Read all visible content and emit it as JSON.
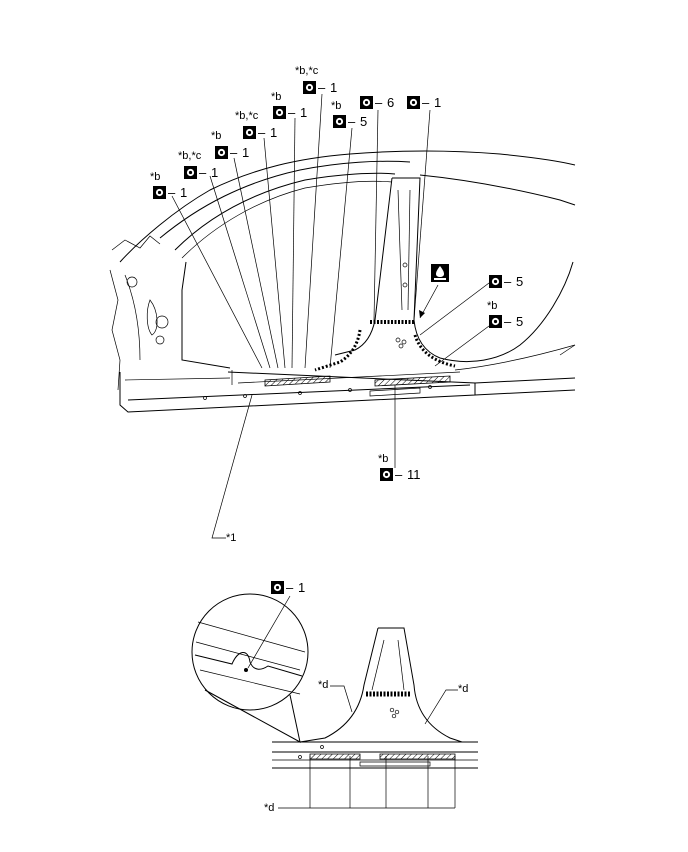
{
  "symbols": {
    "spot_weld_icon": "spot-weld-icon",
    "sealer_icon": "sealer-icon"
  },
  "callouts": [
    {
      "note": "*b",
      "value": "1"
    },
    {
      "note": "*b,*c",
      "value": "1"
    },
    {
      "note": "*b",
      "value": "1"
    },
    {
      "note": "*b,*c",
      "value": "1"
    },
    {
      "note": "*b",
      "value": "1"
    },
    {
      "note": "*b,*c",
      "value": "1"
    },
    {
      "note": "*b",
      "value": "5"
    },
    {
      "note": "",
      "value": "6"
    },
    {
      "note": "",
      "value": "1"
    },
    {
      "note": "",
      "value": "5"
    },
    {
      "note": "*b",
      "value": "5"
    },
    {
      "note": "*b",
      "value": "11"
    }
  ],
  "dash": "–",
  "ref_1": "*1",
  "detail": {
    "callout_value": "1",
    "note_d_left": "*d",
    "note_d_right": "*d",
    "note_d_bottom": "*d"
  }
}
